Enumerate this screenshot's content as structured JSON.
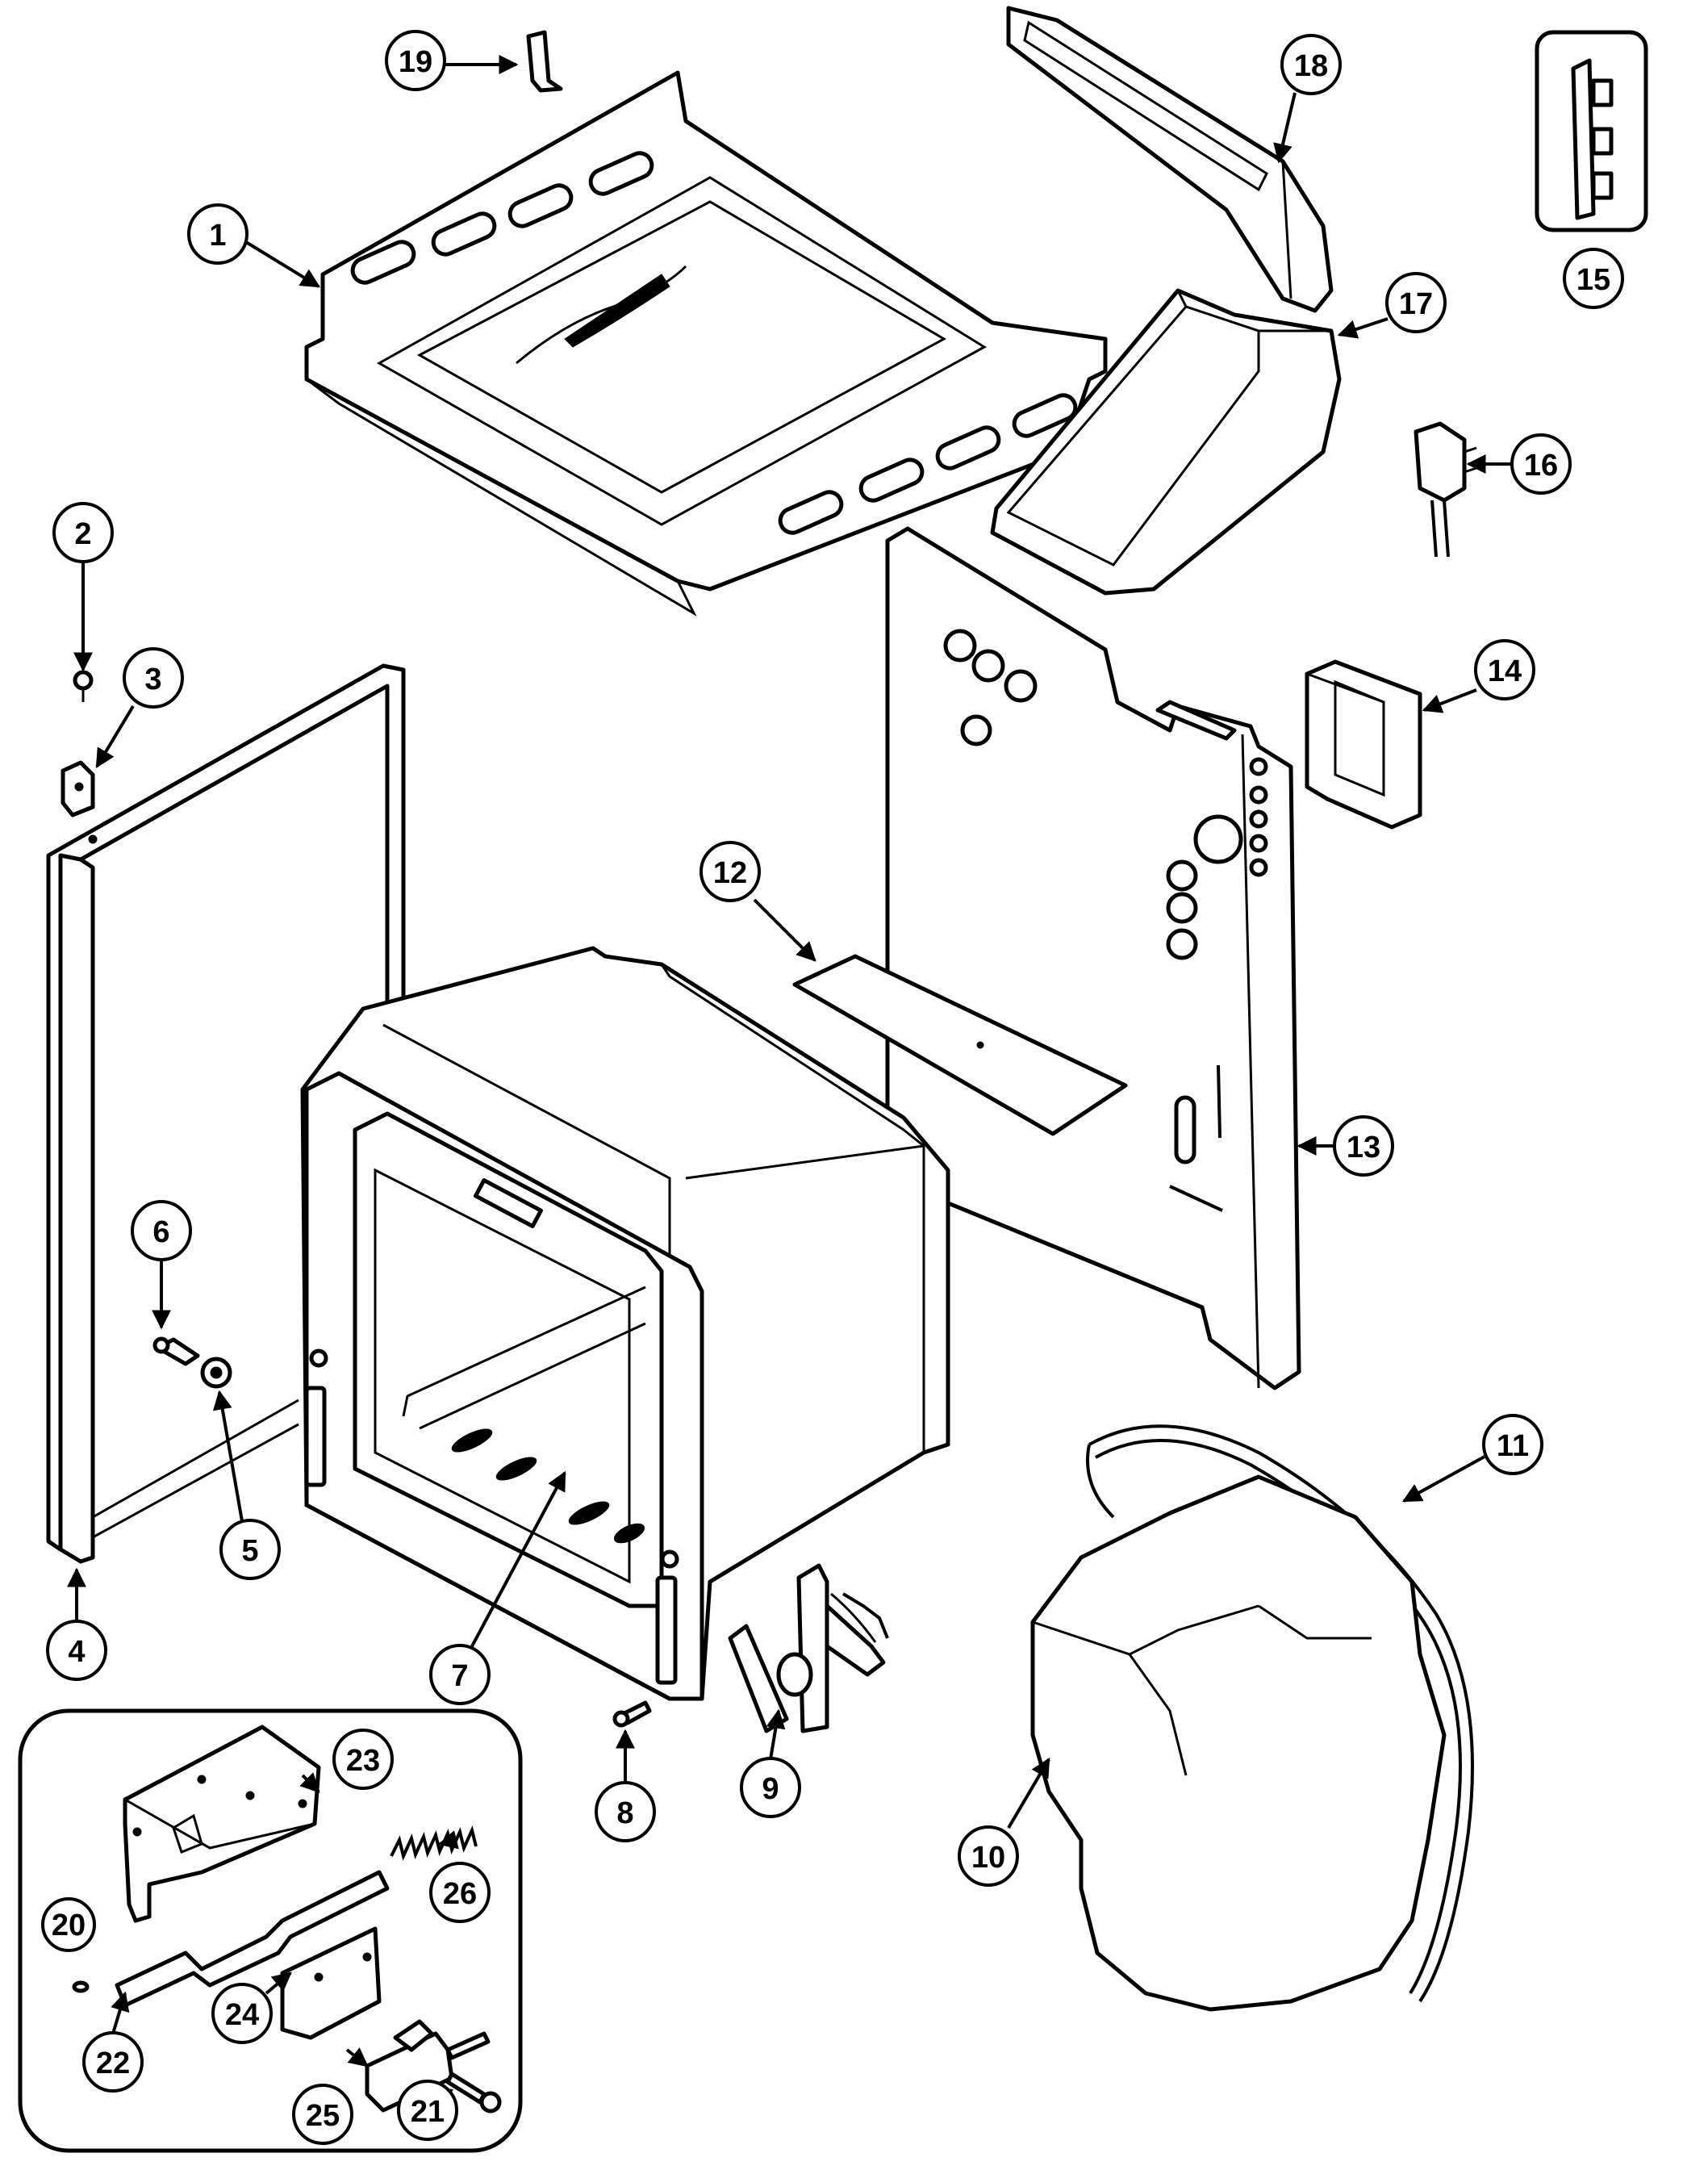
{
  "colors": {
    "ink": "#000000",
    "paper": "#ffffff"
  },
  "callouts": [
    {
      "id": "c1",
      "label": "1"
    },
    {
      "id": "c2",
      "label": "2"
    },
    {
      "id": "c3",
      "label": "3"
    },
    {
      "id": "c4",
      "label": "4"
    },
    {
      "id": "c5",
      "label": "5"
    },
    {
      "id": "c6",
      "label": "6"
    },
    {
      "id": "c7",
      "label": "7"
    },
    {
      "id": "c8",
      "label": "8"
    },
    {
      "id": "c9",
      "label": "9"
    },
    {
      "id": "c10",
      "label": "10"
    },
    {
      "id": "c11",
      "label": "11"
    },
    {
      "id": "c12",
      "label": "12"
    },
    {
      "id": "c13",
      "label": "13"
    },
    {
      "id": "c14",
      "label": "14"
    },
    {
      "id": "c15",
      "label": "15"
    },
    {
      "id": "c16",
      "label": "16"
    },
    {
      "id": "c17",
      "label": "17"
    },
    {
      "id": "c18",
      "label": "18"
    },
    {
      "id": "c19",
      "label": "19"
    },
    {
      "id": "c20",
      "label": "20"
    },
    {
      "id": "c21",
      "label": "21"
    },
    {
      "id": "c22",
      "label": "22"
    },
    {
      "id": "c23",
      "label": "23"
    },
    {
      "id": "c24",
      "label": "24"
    },
    {
      "id": "c25",
      "label": "25"
    },
    {
      "id": "c26",
      "label": "26"
    }
  ]
}
